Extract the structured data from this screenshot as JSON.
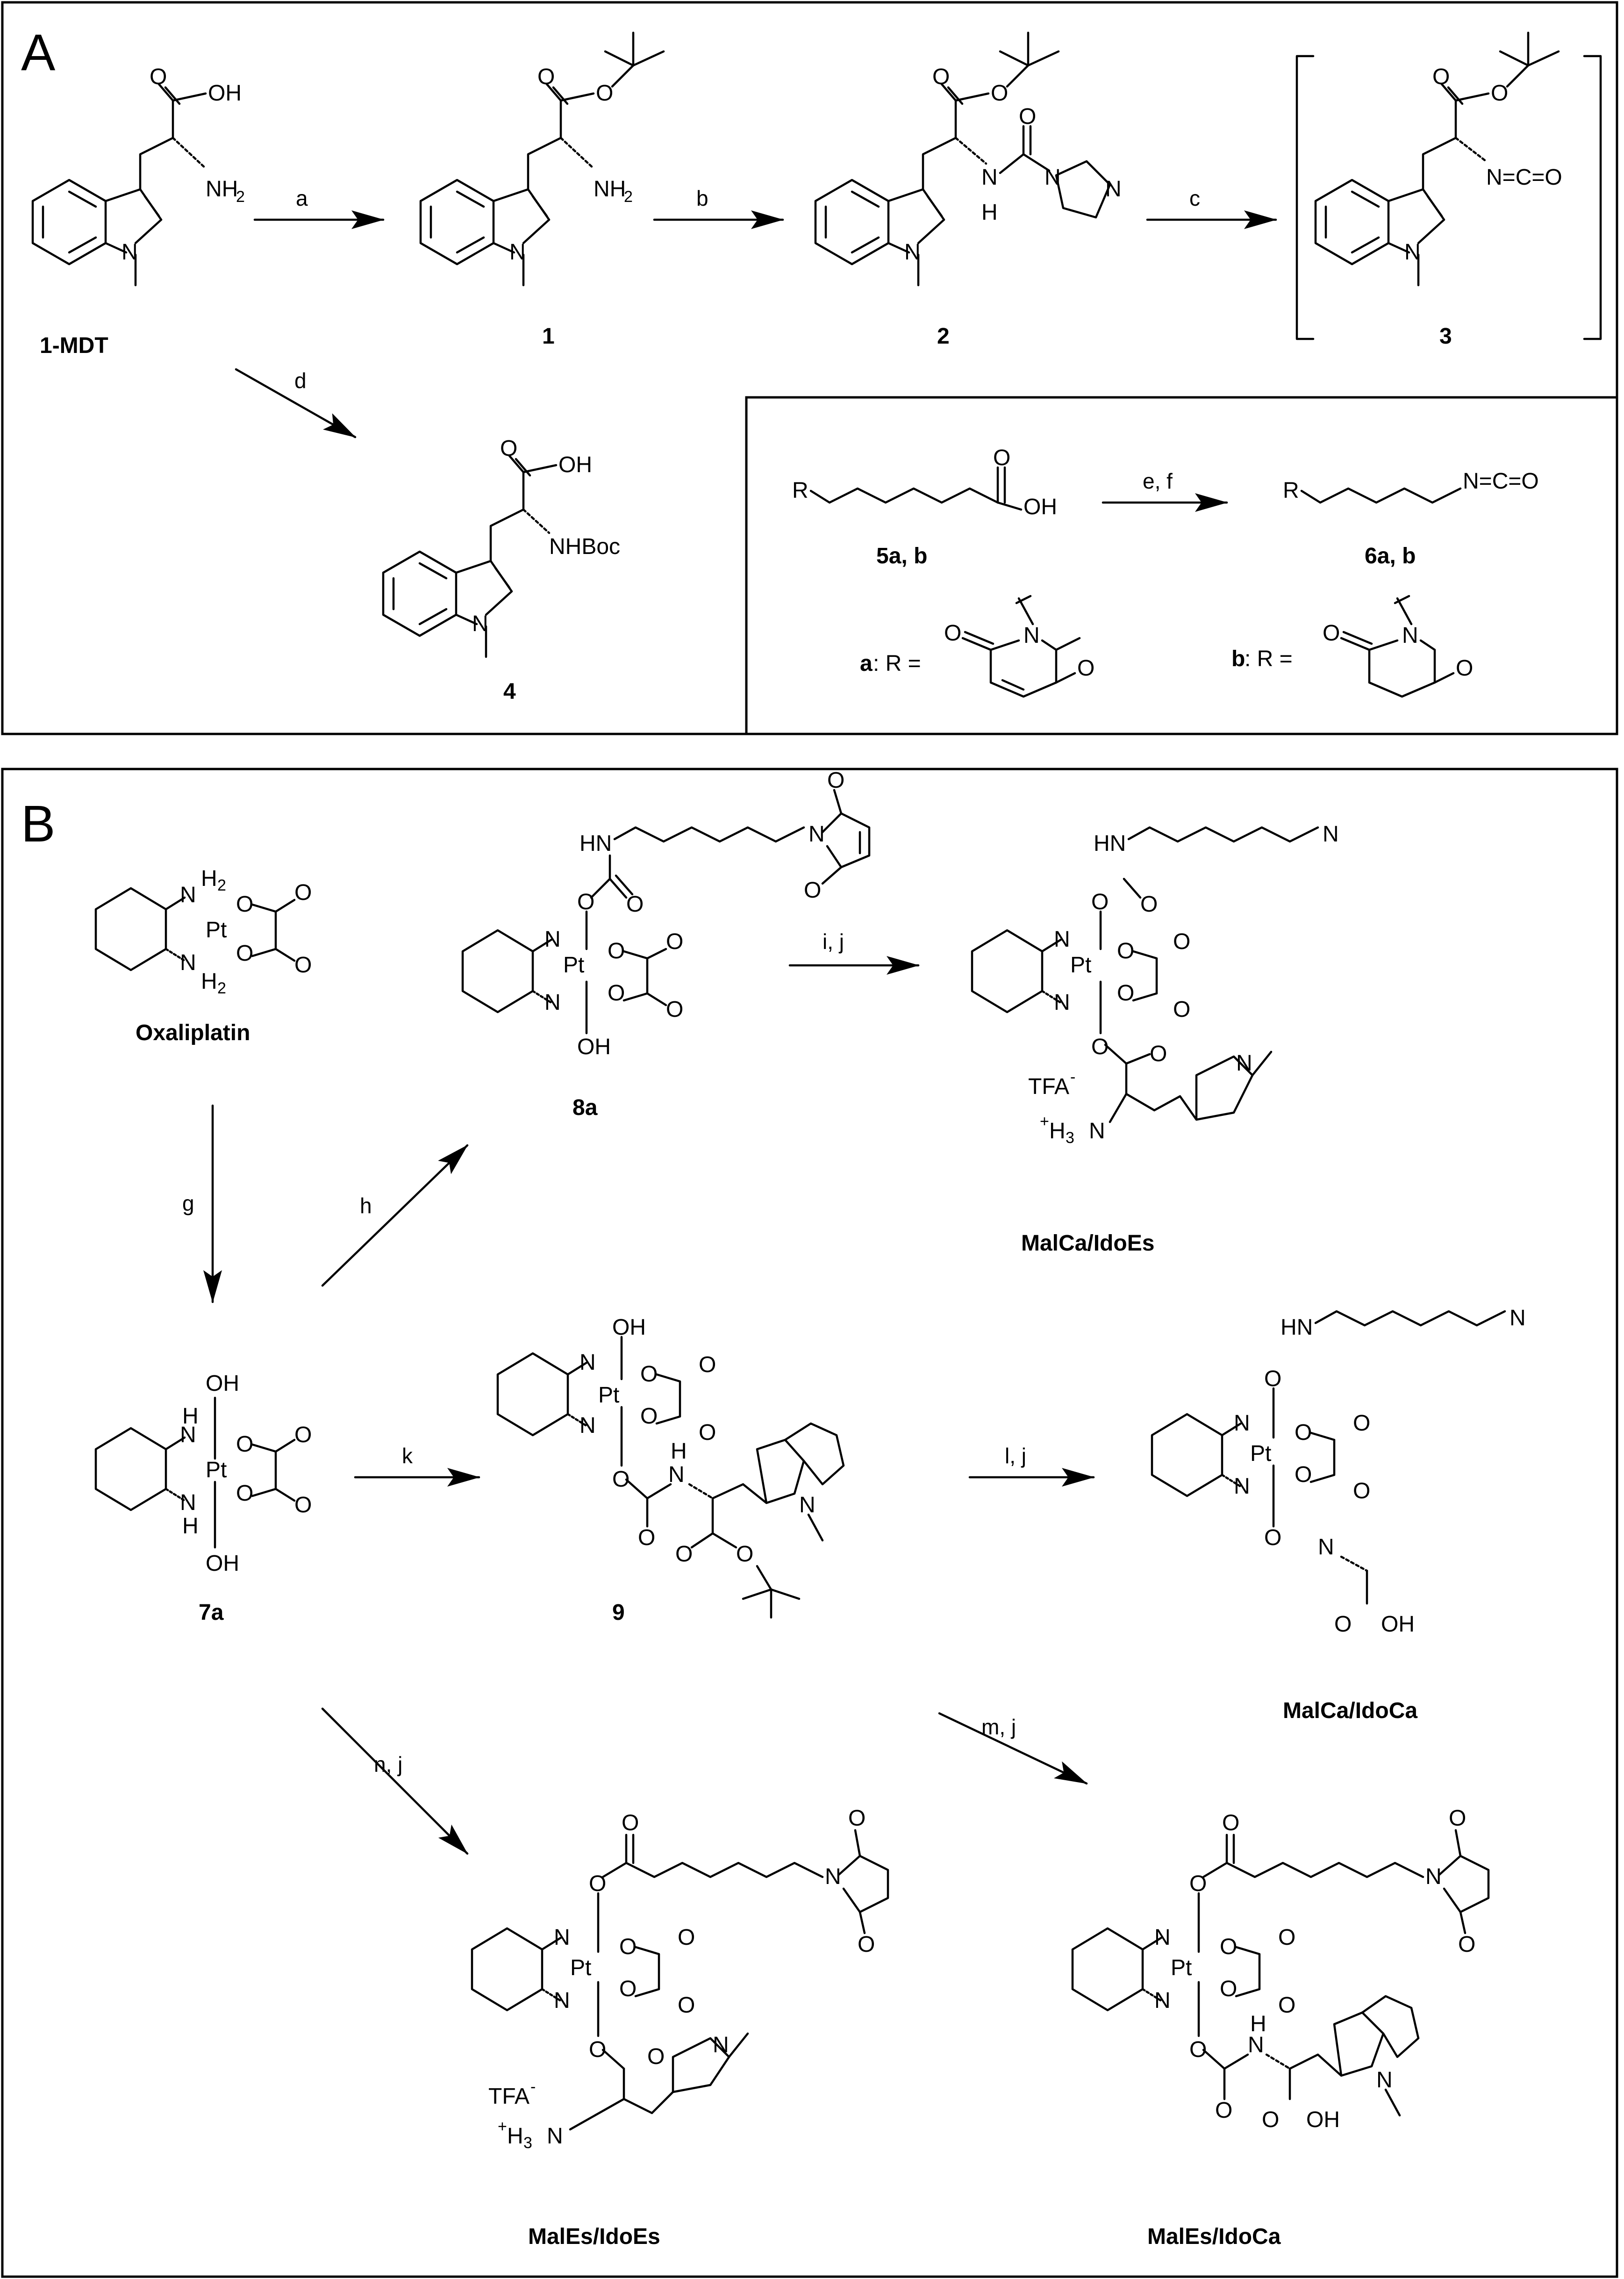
{
  "panels": {
    "a": "A",
    "b": "B"
  },
  "compounds": {
    "c1mdt": "1-MDT",
    "c1": "1",
    "c2": "2",
    "c3": "3",
    "c4": "4",
    "c5": "5a, b",
    "c6": "6a, b",
    "oxaliplatin": "Oxaliplatin",
    "c7a": "7a",
    "c8a": "8a",
    "c9": "9",
    "malca_idoes": "MalCa/IdoEs",
    "malca_idoca": "MalCa/IdoCa",
    "males_idoes": "MalEs/IdoEs",
    "males_idoca": "MalEs/IdoCa"
  },
  "reagents": {
    "a": "a",
    "b": "b",
    "c": "c",
    "d": "d",
    "ef": "e, f",
    "g": "g",
    "h": "h",
    "ij": "i, j",
    "k": "k",
    "lj": "l, j",
    "mj": "m, j",
    "nj": "n, j"
  },
  "r_groups": {
    "a_prefix": "a",
    "b_prefix": "b",
    "eq": ": R =",
    "r": "R"
  },
  "atoms": {
    "oh": "OH",
    "o": "O",
    "n": "N",
    "nh": "N",
    "h": "H",
    "hn": "HN",
    "nh2": "NH",
    "sub2": "2",
    "pt": "Pt",
    "nhboc": "NHBoc",
    "nco": "N=C=O",
    "tfa": "TFA",
    "minus": "-",
    "plus": "+",
    "h3n": "H",
    "sub3": "3",
    "n_only": "N"
  }
}
